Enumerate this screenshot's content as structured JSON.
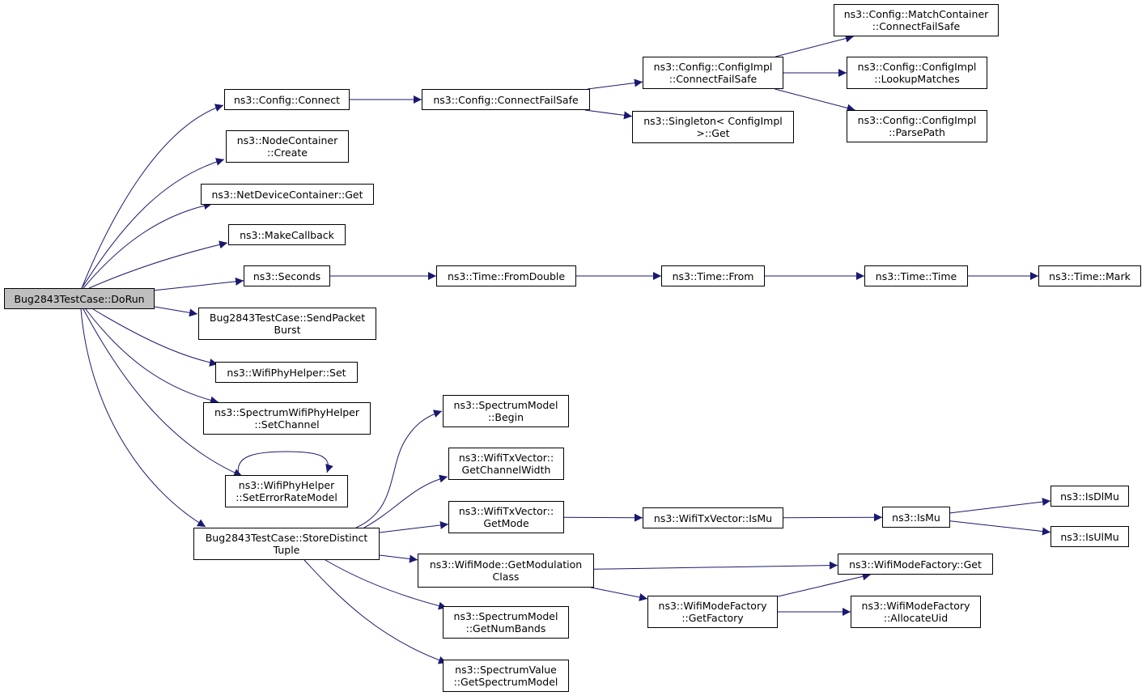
{
  "colors": {
    "edge": "#191970",
    "root_fill": "#bfbfbf",
    "node_fill": "#ffffff",
    "border": "#000000"
  },
  "nodes": [
    {
      "id": "dorun",
      "label": "Bug2843TestCase::DoRun",
      "root": true
    },
    {
      "id": "config-connect",
      "label": "ns3::Config::Connect"
    },
    {
      "id": "config-connectfailsafe",
      "label": "ns3::Config::ConnectFailSafe"
    },
    {
      "id": "configimpl-connectfailsafe",
      "label": "ns3::Config::ConfigImpl\n::ConnectFailSafe"
    },
    {
      "id": "singleton-get",
      "label": "ns3::Singleton< ConfigImpl\n>::Get"
    },
    {
      "id": "matchcontainer-connectfailsafe",
      "label": "ns3::Config::MatchContainer\n::ConnectFailSafe"
    },
    {
      "id": "configimpl-lookupmatches",
      "label": "ns3::Config::ConfigImpl\n::LookupMatches"
    },
    {
      "id": "configimpl-parsepath",
      "label": "ns3::Config::ConfigImpl\n::ParsePath"
    },
    {
      "id": "nodecontainer-create",
      "label": "ns3::NodeContainer\n::Create"
    },
    {
      "id": "netdevicecontainer-get",
      "label": "ns3::NetDeviceContainer::Get"
    },
    {
      "id": "makecallback",
      "label": "ns3::MakeCallback"
    },
    {
      "id": "seconds",
      "label": "ns3::Seconds"
    },
    {
      "id": "time-fromdouble",
      "label": "ns3::Time::FromDouble"
    },
    {
      "id": "time-from",
      "label": "ns3::Time::From"
    },
    {
      "id": "time-time",
      "label": "ns3::Time::Time"
    },
    {
      "id": "time-mark",
      "label": "ns3::Time::Mark"
    },
    {
      "id": "sendpacketburst",
      "label": "Bug2843TestCase::SendPacket\nBurst"
    },
    {
      "id": "wifiphyhelper-set",
      "label": "ns3::WifiPhyHelper::Set"
    },
    {
      "id": "spectrumwifiphyhelper-setchannel",
      "label": "ns3::SpectrumWifiPhyHelper\n::SetChannel"
    },
    {
      "id": "wifiphyhelper-seterrorratemodel",
      "label": "ns3::WifiPhyHelper\n::SetErrorRateModel"
    },
    {
      "id": "storedistincttuple",
      "label": "Bug2843TestCase::StoreDistinct\nTuple"
    },
    {
      "id": "spectrummodel-begin",
      "label": "ns3::SpectrumModel\n::Begin"
    },
    {
      "id": "wifitxvector-getchannelwidth",
      "label": "ns3::WifiTxVector::\nGetChannelWidth"
    },
    {
      "id": "wifitxvector-getmode",
      "label": "ns3::WifiTxVector::\nGetMode"
    },
    {
      "id": "wifitxvector-ismu",
      "label": "ns3::WifiTxVector::IsMu"
    },
    {
      "id": "ismu",
      "label": "ns3::IsMu"
    },
    {
      "id": "isdlmu",
      "label": "ns3::IsDlMu"
    },
    {
      "id": "isulmu",
      "label": "ns3::IsUlMu"
    },
    {
      "id": "wifimode-getmodulationclass",
      "label": "ns3::WifiMode::GetModulation\nClass"
    },
    {
      "id": "wifimodefactory-get",
      "label": "ns3::WifiModeFactory::Get"
    },
    {
      "id": "wifimodefactory-getfactory",
      "label": "ns3::WifiModeFactory\n::GetFactory"
    },
    {
      "id": "wifimodefactory-allocateuid",
      "label": "ns3::WifiModeFactory\n::AllocateUid"
    },
    {
      "id": "spectrummodel-getnumbands",
      "label": "ns3::SpectrumModel\n::GetNumBands"
    },
    {
      "id": "spectrumvalue-getspectrummodel",
      "label": "ns3::SpectrumValue\n::GetSpectrumModel"
    }
  ],
  "edges": [
    [
      "dorun",
      "config-connect"
    ],
    [
      "dorun",
      "nodecontainer-create"
    ],
    [
      "dorun",
      "netdevicecontainer-get"
    ],
    [
      "dorun",
      "makecallback"
    ],
    [
      "dorun",
      "seconds"
    ],
    [
      "dorun",
      "sendpacketburst"
    ],
    [
      "dorun",
      "wifiphyhelper-set"
    ],
    [
      "dorun",
      "spectrumwifiphyhelper-setchannel"
    ],
    [
      "dorun",
      "wifiphyhelper-seterrorratemodel"
    ],
    [
      "dorun",
      "storedistincttuple"
    ],
    [
      "config-connect",
      "config-connectfailsafe"
    ],
    [
      "config-connectfailsafe",
      "configimpl-connectfailsafe"
    ],
    [
      "config-connectfailsafe",
      "singleton-get"
    ],
    [
      "configimpl-connectfailsafe",
      "matchcontainer-connectfailsafe"
    ],
    [
      "configimpl-connectfailsafe",
      "configimpl-lookupmatches"
    ],
    [
      "configimpl-connectfailsafe",
      "configimpl-parsepath"
    ],
    [
      "seconds",
      "time-fromdouble"
    ],
    [
      "time-fromdouble",
      "time-from"
    ],
    [
      "time-from",
      "time-time"
    ],
    [
      "time-time",
      "time-mark"
    ],
    [
      "wifiphyhelper-seterrorratemodel",
      "wifiphyhelper-seterrorratemodel"
    ],
    [
      "storedistincttuple",
      "spectrummodel-begin"
    ],
    [
      "storedistincttuple",
      "wifitxvector-getchannelwidth"
    ],
    [
      "storedistincttuple",
      "wifitxvector-getmode"
    ],
    [
      "storedistincttuple",
      "wifimode-getmodulationclass"
    ],
    [
      "storedistincttuple",
      "spectrummodel-getnumbands"
    ],
    [
      "storedistincttuple",
      "spectrumvalue-getspectrummodel"
    ],
    [
      "wifitxvector-getmode",
      "wifitxvector-ismu"
    ],
    [
      "wifitxvector-ismu",
      "ismu"
    ],
    [
      "ismu",
      "isdlmu"
    ],
    [
      "ismu",
      "isulmu"
    ],
    [
      "wifimode-getmodulationclass",
      "wifimodefactory-get"
    ],
    [
      "wifimode-getmodulationclass",
      "wifimodefactory-getfactory"
    ],
    [
      "wifimodefactory-getfactory",
      "wifimodefactory-get"
    ],
    [
      "wifimodefactory-getfactory",
      "wifimodefactory-allocateuid"
    ]
  ]
}
